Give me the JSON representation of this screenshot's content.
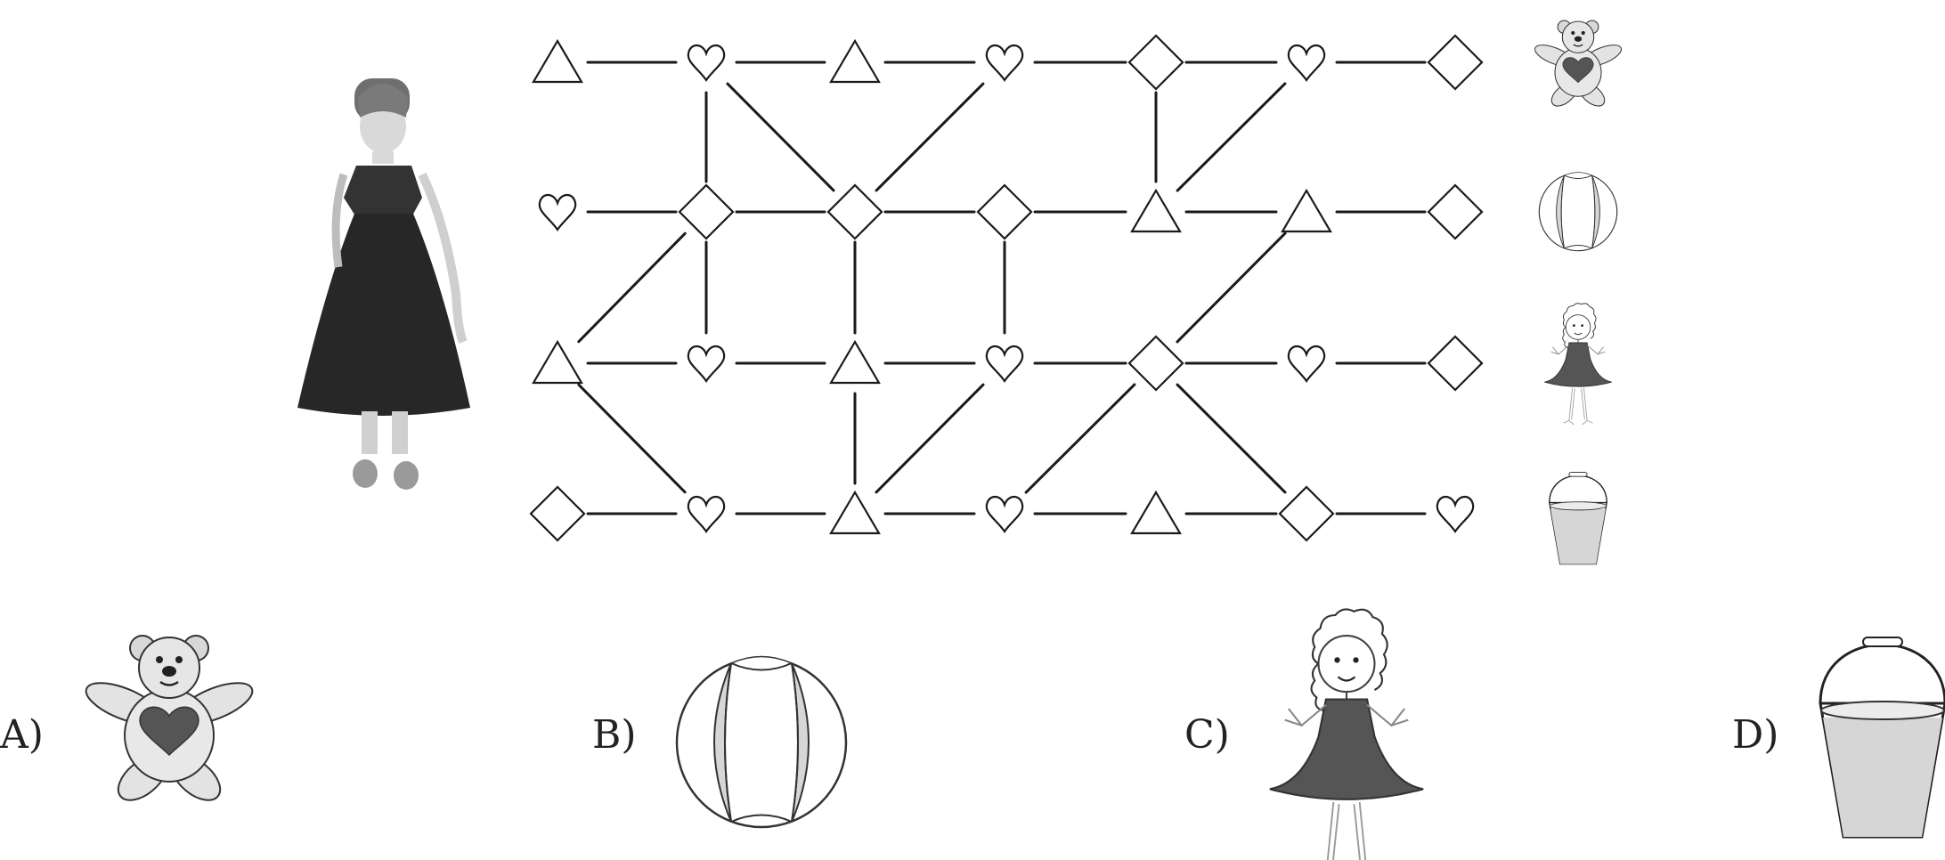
{
  "puzzle": {
    "grid": [
      [
        "triangle",
        "heart",
        "triangle",
        "heart",
        "diamond",
        "heart",
        "diamond"
      ],
      [
        "heart",
        "diamond",
        "diamond",
        "diamond",
        "triangle",
        "triangle",
        "diamond"
      ],
      [
        "triangle",
        "heart",
        "triangle",
        "heart",
        "diamond",
        "heart",
        "diamond"
      ],
      [
        "diamond",
        "heart",
        "triangle",
        "heart",
        "triangle",
        "diamond",
        "heart"
      ]
    ],
    "edges": [
      [
        [
          0,
          0
        ],
        [
          0,
          1
        ]
      ],
      [
        [
          0,
          1
        ],
        [
          0,
          2
        ]
      ],
      [
        [
          0,
          2
        ],
        [
          0,
          3
        ]
      ],
      [
        [
          0,
          3
        ],
        [
          0,
          4
        ]
      ],
      [
        [
          0,
          4
        ],
        [
          0,
          5
        ]
      ],
      [
        [
          0,
          5
        ],
        [
          0,
          6
        ]
      ],
      [
        [
          1,
          0
        ],
        [
          1,
          1
        ]
      ],
      [
        [
          1,
          1
        ],
        [
          1,
          2
        ]
      ],
      [
        [
          1,
          2
        ],
        [
          1,
          3
        ]
      ],
      [
        [
          1,
          3
        ],
        [
          1,
          4
        ]
      ],
      [
        [
          1,
          4
        ],
        [
          1,
          5
        ]
      ],
      [
        [
          1,
          5
        ],
        [
          1,
          6
        ]
      ],
      [
        [
          2,
          0
        ],
        [
          2,
          1
        ]
      ],
      [
        [
          2,
          1
        ],
        [
          2,
          2
        ]
      ],
      [
        [
          2,
          2
        ],
        [
          2,
          3
        ]
      ],
      [
        [
          2,
          3
        ],
        [
          2,
          4
        ]
      ],
      [
        [
          2,
          4
        ],
        [
          2,
          5
        ]
      ],
      [
        [
          2,
          5
        ],
        [
          2,
          6
        ]
      ],
      [
        [
          3,
          0
        ],
        [
          3,
          1
        ]
      ],
      [
        [
          3,
          1
        ],
        [
          3,
          2
        ]
      ],
      [
        [
          3,
          2
        ],
        [
          3,
          3
        ]
      ],
      [
        [
          3,
          3
        ],
        [
          3,
          4
        ]
      ],
      [
        [
          3,
          4
        ],
        [
          3,
          5
        ]
      ],
      [
        [
          3,
          5
        ],
        [
          3,
          6
        ]
      ],
      [
        [
          0,
          1
        ],
        [
          1,
          1
        ]
      ],
      [
        [
          0,
          1
        ],
        [
          1,
          2
        ]
      ],
      [
        [
          0,
          3
        ],
        [
          1,
          2
        ]
      ],
      [
        [
          0,
          4
        ],
        [
          1,
          4
        ]
      ],
      [
        [
          0,
          5
        ],
        [
          1,
          4
        ]
      ],
      [
        [
          1,
          1
        ],
        [
          2,
          0
        ]
      ],
      [
        [
          1,
          1
        ],
        [
          2,
          1
        ]
      ],
      [
        [
          1,
          2
        ],
        [
          2,
          2
        ]
      ],
      [
        [
          1,
          3
        ],
        [
          2,
          3
        ]
      ],
      [
        [
          1,
          5
        ],
        [
          2,
          4
        ]
      ],
      [
        [
          2,
          0
        ],
        [
          3,
          1
        ]
      ],
      [
        [
          2,
          2
        ],
        [
          3,
          2
        ]
      ],
      [
        [
          2,
          3
        ],
        [
          3,
          2
        ]
      ],
      [
        [
          2,
          4
        ],
        [
          3,
          3
        ]
      ],
      [
        [
          2,
          4
        ],
        [
          3,
          5
        ]
      ]
    ],
    "row_icons": [
      "teddy-bear",
      "beach-ball",
      "doll",
      "bucket"
    ]
  },
  "options": [
    {
      "label": "A)",
      "icon": "teddy-bear"
    },
    {
      "label": "B)",
      "icon": "beach-ball"
    },
    {
      "label": "C)",
      "icon": "doll"
    },
    {
      "label": "D)",
      "icon": "bucket"
    }
  ]
}
